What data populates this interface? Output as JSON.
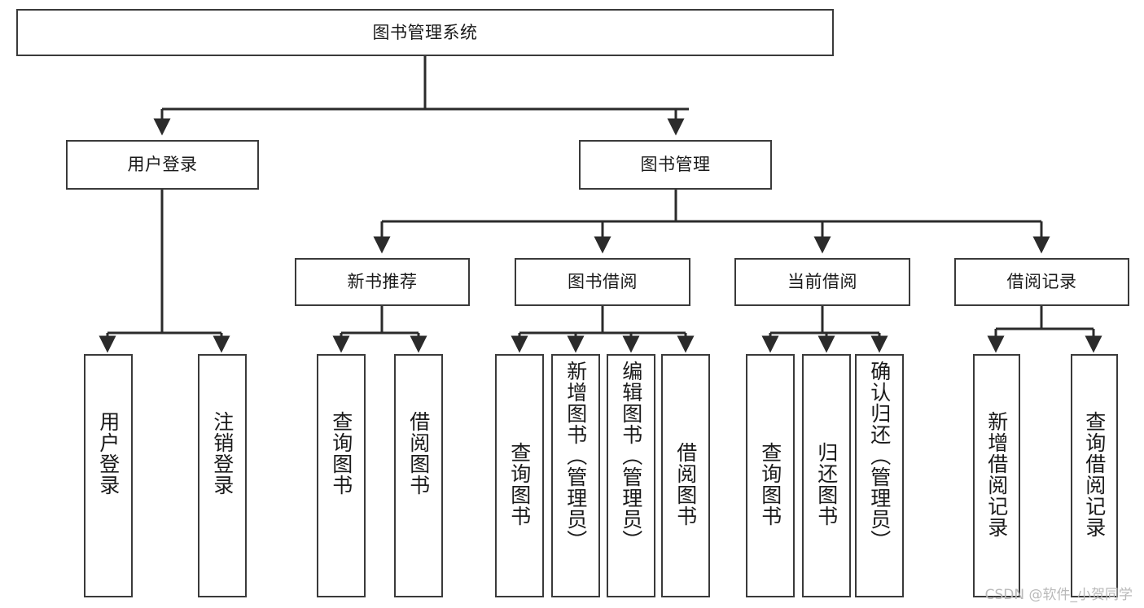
{
  "diagram": {
    "type": "tree-hierarchy",
    "title": "图书管理系统",
    "watermark": "CSDN @软件_小贺同学",
    "colors": {
      "border": "#3a3a3a",
      "background": "#ffffff",
      "text": "#1a1a1a",
      "edge": "#2b2b2b",
      "watermark": "#b9b9b9"
    },
    "nodes": {
      "root": {
        "label": "图书管理系统"
      },
      "level2": [
        {
          "id": "user-login",
          "label": "用户登录"
        },
        {
          "id": "book-manage",
          "label": "图书管理"
        }
      ],
      "level3": [
        {
          "id": "new-book-rec",
          "label": "新书推荐"
        },
        {
          "id": "book-borrow",
          "label": "图书借阅"
        },
        {
          "id": "current-borrow",
          "label": "当前借阅"
        },
        {
          "id": "borrow-record",
          "label": "借阅记录"
        }
      ],
      "leaves": [
        {
          "id": "leaf-user-login",
          "label": "用户登录",
          "parent": "user-login"
        },
        {
          "id": "leaf-user-logout",
          "label": "注销登录",
          "parent": "user-login"
        },
        {
          "id": "leaf-query-book-1",
          "label": "查询图书",
          "parent": "new-book-rec"
        },
        {
          "id": "leaf-borrow-book-1",
          "label": "借阅图书",
          "parent": "new-book-rec"
        },
        {
          "id": "leaf-query-book-2",
          "label": "查询图书",
          "parent": "book-borrow"
        },
        {
          "id": "leaf-add-book",
          "label": "新增图书（管理员）",
          "parent": "book-borrow"
        },
        {
          "id": "leaf-edit-book",
          "label": "编辑图书（管理员）",
          "parent": "book-borrow"
        },
        {
          "id": "leaf-borrow-book-2",
          "label": "借阅图书",
          "parent": "book-borrow"
        },
        {
          "id": "leaf-query-book-3",
          "label": "查询图书",
          "parent": "current-borrow"
        },
        {
          "id": "leaf-return-book",
          "label": "归还图书",
          "parent": "current-borrow"
        },
        {
          "id": "leaf-confirm-return",
          "label": "确认归还（管理员）",
          "parent": "current-borrow"
        },
        {
          "id": "leaf-add-record",
          "label": "新增借阅记录",
          "parent": "borrow-record"
        },
        {
          "id": "leaf-query-record",
          "label": "查询借阅记录",
          "parent": "borrow-record"
        }
      ]
    }
  }
}
